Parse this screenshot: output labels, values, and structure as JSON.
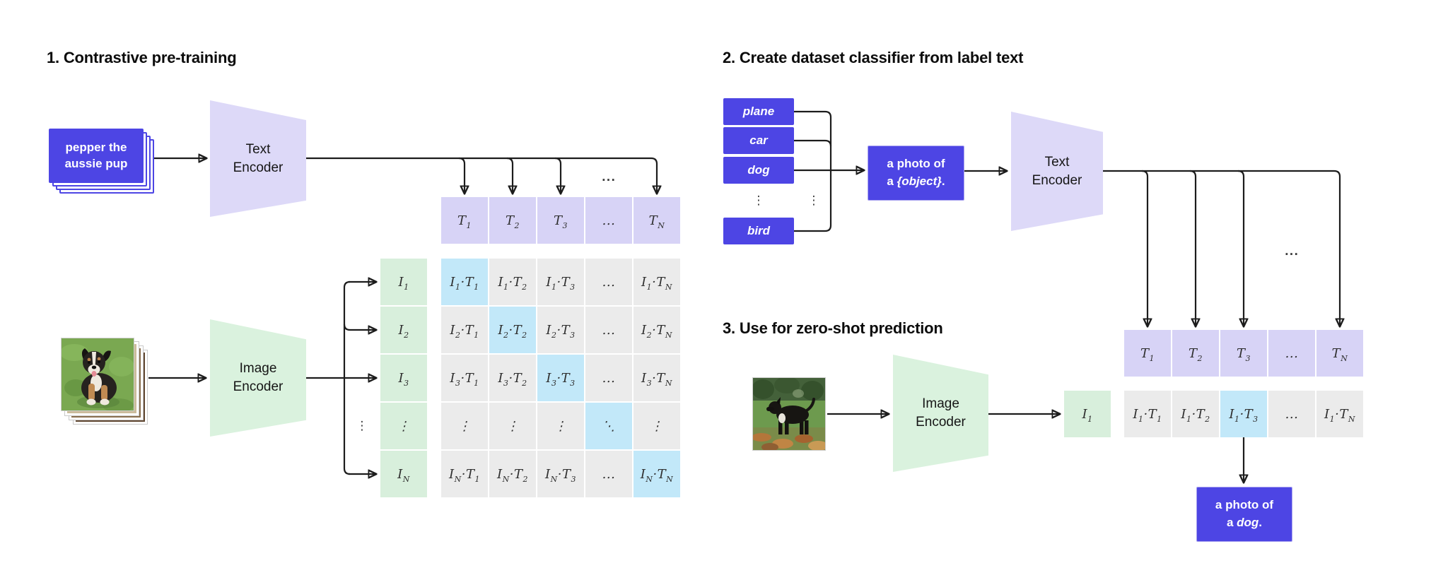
{
  "colors": {
    "indigo": "#4d45e4",
    "lavender_fill": "#ddd9f8",
    "lavender_cell": "#d7d3f6",
    "green_fill": "#daf2de",
    "green_cell": "#d8efdc",
    "gray_cell": "#ebebeb",
    "highlight_cell": "#c2e8f9",
    "line": "#1c1c1c",
    "ink": "#101010",
    "cell_ink": "#2f2f2f"
  },
  "sections": {
    "one": {
      "title": "1. Contrastive pre-training",
      "text_stack": {
        "lines": [
          "pepper the",
          "aussie pup"
        ]
      },
      "text_encoder": {
        "lines": [
          "Text",
          "Encoder"
        ]
      },
      "image_encoder": {
        "lines": [
          "Image",
          "Encoder"
        ]
      },
      "ellipsis_top": "...",
      "ellipsis_side": "⋮",
      "matrix": {
        "col_headers": [
          "T_1",
          "T_2",
          "T_3",
          "...",
          "T_N"
        ],
        "row_headers": [
          "I_1",
          "I_2",
          "I_3",
          "⋮",
          "I_N"
        ],
        "rows": [
          [
            "I_1·T_1",
            "I_1·T_2",
            "I_1·T_3",
            "...",
            "I_1·T_N"
          ],
          [
            "I_2·T_1",
            "I_2·T_2",
            "I_2·T_3",
            "...",
            "I_2·T_N"
          ],
          [
            "I_3·T_1",
            "I_3·T_2",
            "I_3·T_3",
            "...",
            "I_3·T_N"
          ],
          [
            "⋮",
            "⋮",
            "⋮",
            "⋱",
            "⋮"
          ],
          [
            "I_N·T_1",
            "I_N·T_2",
            "I_N·T_3",
            "...",
            "I_N·T_N"
          ]
        ]
      }
    },
    "two": {
      "title": "2. Create dataset classifier from label text",
      "labels": [
        "plane",
        "car",
        "dog",
        "bird"
      ],
      "label_ellipsis": "⋮",
      "bus_ellipsis": "⋮",
      "prompt": "a photo of\na *{object}*.",
      "text_encoder": {
        "lines": [
          "Text",
          "Encoder"
        ]
      },
      "ellipsis_top": "..."
    },
    "three": {
      "title": "3. Use for zero-shot prediction",
      "image_encoder": {
        "lines": [
          "Image",
          "Encoder"
        ]
      },
      "image_embedding": "I_1",
      "text_embeddings": [
        "T_1",
        "T_2",
        "T_3",
        "...",
        "T_N"
      ],
      "products": [
        "I_1·T_1",
        "I_1·T_2",
        "I_1·T_3",
        "...",
        "I_1·T_N"
      ],
      "prediction": "a photo of\na *dog*."
    }
  }
}
